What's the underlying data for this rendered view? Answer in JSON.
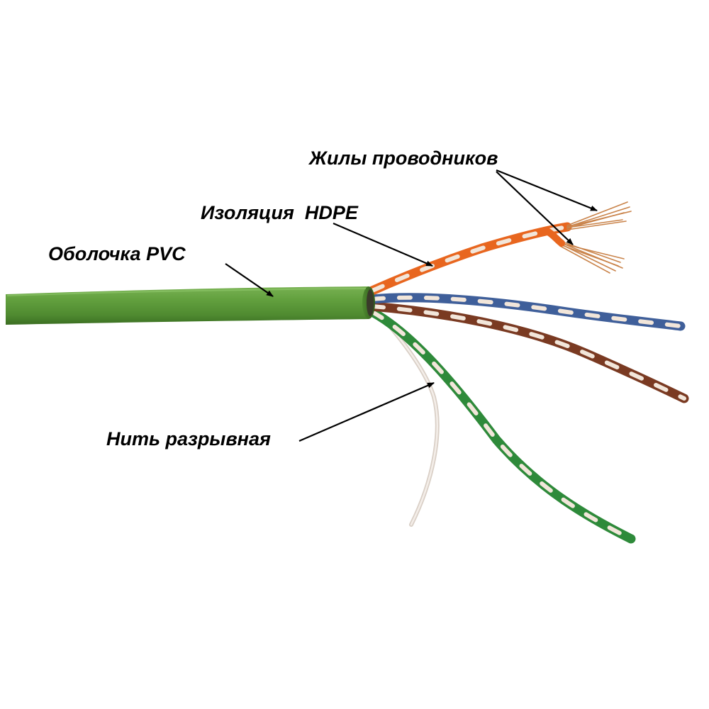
{
  "labels": {
    "conductors": "Жилы проводников",
    "insulation": "Изоляция  HDPE",
    "jacket": "Оболочка PVC",
    "ripcord": "Нить разрывная"
  },
  "colors": {
    "jacket": "#5d9a3a",
    "orange_pair": "#e8661f",
    "blue_pair": "#3f5f9a",
    "brown_pair": "#7a3a22",
    "green_pair": "#2e8a3a",
    "white_stripe": "#f2e6da",
    "copper": "#c9834a",
    "ripcord": "#e6ddd6",
    "arrow": "#000000"
  }
}
